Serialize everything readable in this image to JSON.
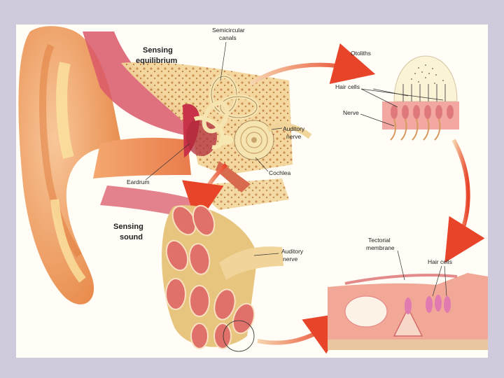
{
  "labels": {
    "sensing_equilibrium_1": "Sensing",
    "sensing_equilibrium_2": "equilibrium",
    "sensing_sound_1": "Sensing",
    "sensing_sound_2": "sound",
    "semicircular_1": "Semicircular",
    "semicircular_2": "canals",
    "otoliths": "Otoliths",
    "hair_cells_top": "Hair cells",
    "nerve": "Nerve",
    "auditory_nerve_top_1": "Auditory",
    "auditory_nerve_top_2": "nerve",
    "cochlea": "Cochlea",
    "eardrum": "Eardrum",
    "auditory_nerve_mid_1": "Auditory",
    "auditory_nerve_mid_2": "nerve",
    "tectorial_1": "Tectorial",
    "tectorial_2": "membrane",
    "hair_cells_bottom": "Hair cells"
  },
  "colors": {
    "background": "#cfcadc",
    "panel": "#fffdf6",
    "skin": "#f0a468",
    "skin_light": "#f8c79a",
    "flesh": "#e8847a",
    "bone": "#f4dca0",
    "arrow": "#e8442a"
  }
}
